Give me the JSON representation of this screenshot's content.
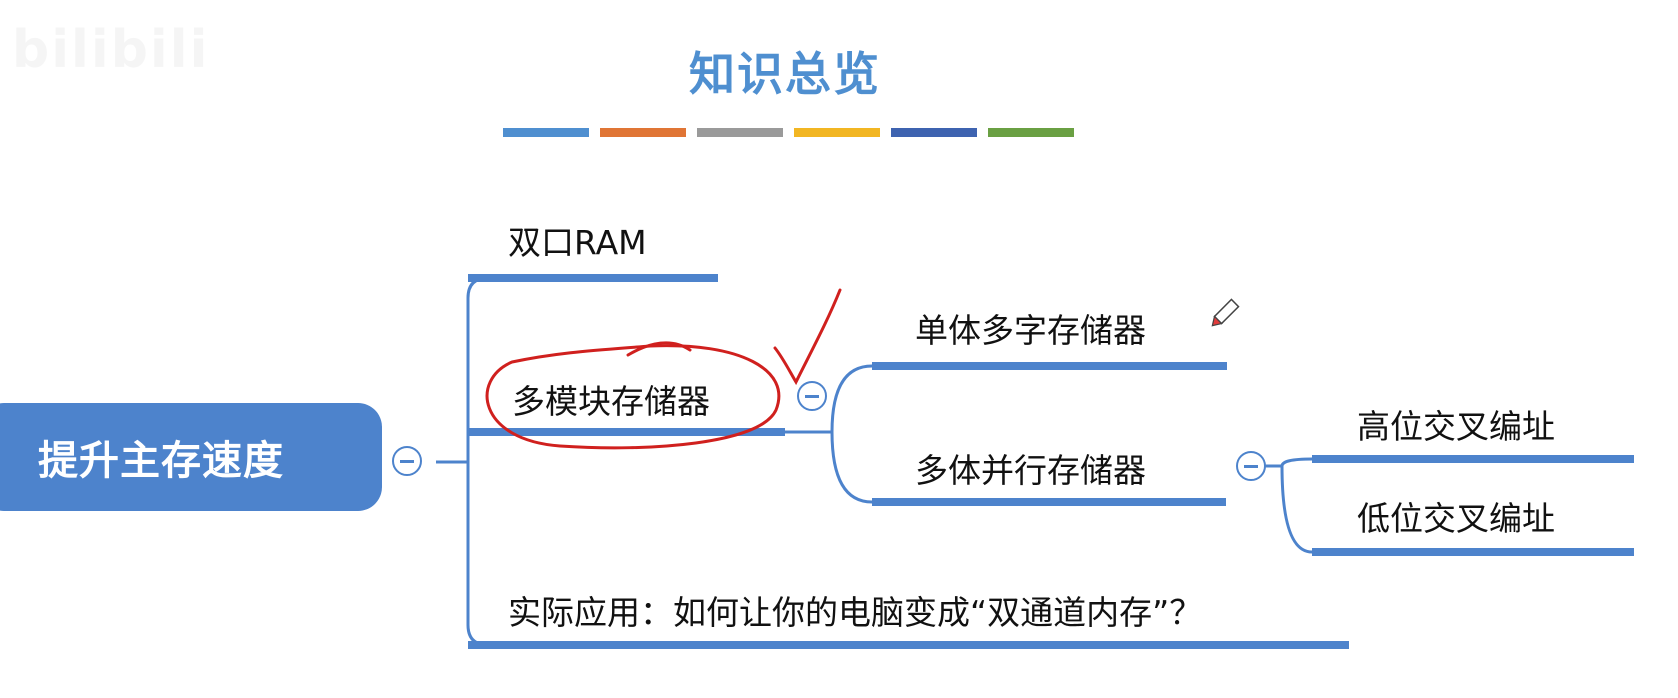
{
  "title": "知识总览",
  "color_bars": [
    "#4f8fd0",
    "#e07535",
    "#9a9a9a",
    "#f2b623",
    "#3e63b0",
    "#6aa043"
  ],
  "watermark": "bilibili",
  "root": {
    "label": "提升主存速度"
  },
  "branches": [
    {
      "label": "双口RAM"
    },
    {
      "label": "多模块存储器",
      "children": [
        {
          "label": "单体多字存储器"
        },
        {
          "label": "多体并行存储器",
          "children": [
            {
              "label": "高位交叉编址"
            },
            {
              "label": "低位交叉编址"
            }
          ]
        }
      ]
    },
    {
      "label": "实际应用：如何让你的电脑变成“双通道内存”？"
    }
  ],
  "colors": {
    "accent": "#4d83cc",
    "annotation": "#d0201e"
  },
  "icons": {
    "collapse": "minus-circle-icon",
    "pencil": "pencil-icon"
  }
}
